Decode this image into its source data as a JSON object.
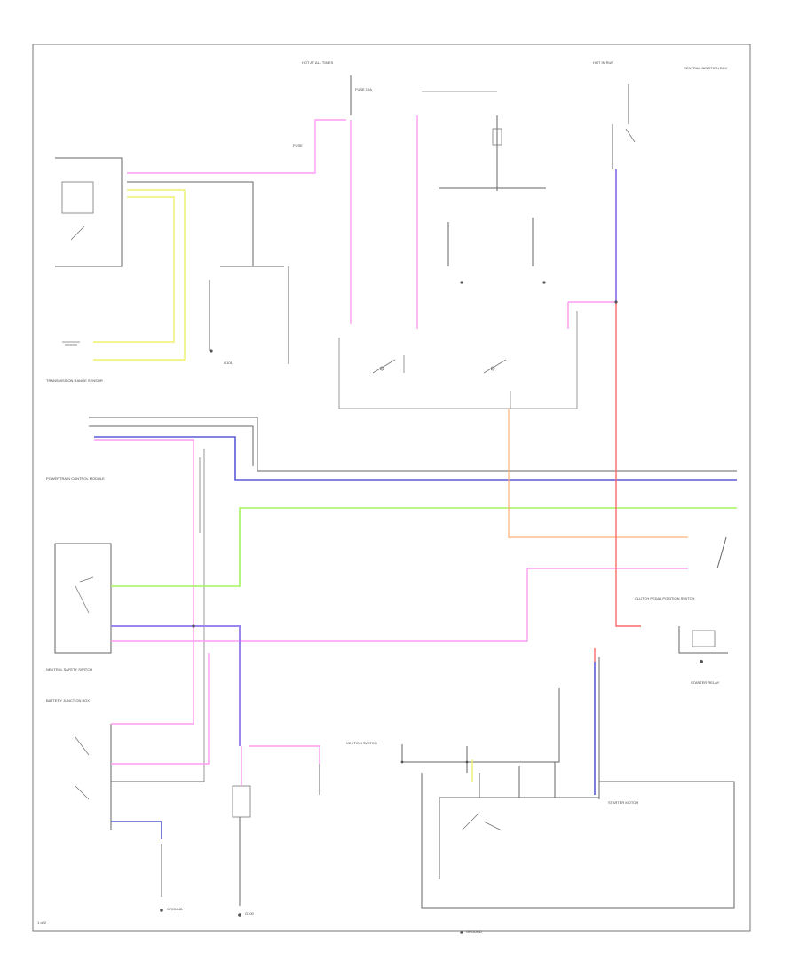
{
  "diagram": {
    "labels": [
      {
        "id": "hot-at-all-times-top",
        "text": "HOT AT ALL TIMES"
      },
      {
        "id": "hot-in-run-top",
        "text": "HOT IN RUN"
      },
      {
        "id": "central-junction-box",
        "text": "CENTRAL JUNCTION BOX"
      },
      {
        "id": "fuse-top",
        "text": "FUSE 10A"
      },
      {
        "id": "fuse-left",
        "text": "FUSE"
      },
      {
        "id": "transmission-range-sensor",
        "text": "TRANSMISSION RANGE SENSOR"
      },
      {
        "id": "powertrain-control-module",
        "text": "POWERTRAIN CONTROL MODULE"
      },
      {
        "id": "neutral-safety-switch",
        "text": "NEUTRAL SAFETY SWITCH"
      },
      {
        "id": "starter-relay",
        "text": "STARTER RELAY"
      },
      {
        "id": "ignition-switch",
        "text": "IGNITION SWITCH"
      },
      {
        "id": "clutch-pedal-position-switch",
        "text": "CLUTCH PEDAL POSITION SWITCH"
      },
      {
        "id": "battery-junction-box",
        "text": "BATTERY JUNCTION BOX"
      },
      {
        "id": "starter-motor",
        "text": "STARTER MOTOR"
      },
      {
        "id": "ground-left",
        "text": "GROUND"
      },
      {
        "id": "ground-right",
        "text": "GROUND"
      },
      {
        "id": "g100",
        "text": "G100"
      },
      {
        "id": "g101",
        "text": "G101"
      },
      {
        "id": "page-number",
        "text": "1 of 2"
      }
    ],
    "wire_colors": {
      "pink": "#ff9cf3",
      "yellow": "#f0f06c",
      "blue": "#5a5ad8",
      "violet": "#9a86ee",
      "green": "#a5f35e",
      "orange": "#ffb079",
      "red": "#ff6a6a"
    }
  }
}
